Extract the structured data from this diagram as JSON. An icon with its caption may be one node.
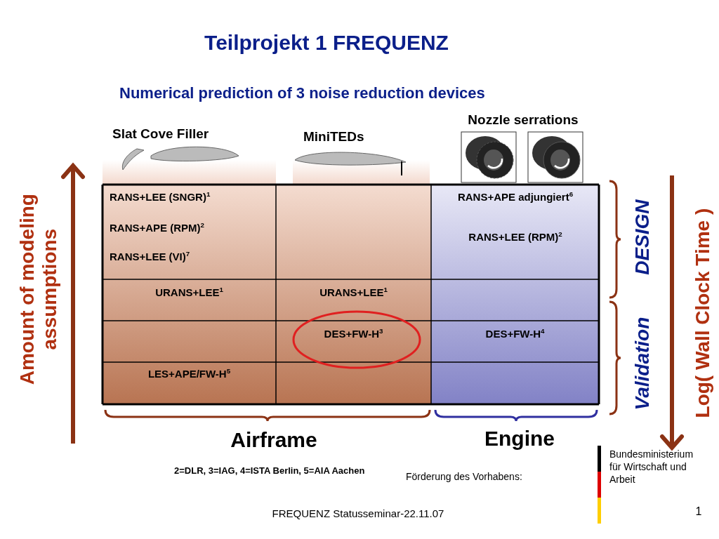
{
  "diagram": {
    "title": "Teilprojekt 1 FREQUENZ",
    "labels": [
      "Numerical prediction of 3 noise reduction devices",
      "Slat Cove Filler",
      "MiniTEDs",
      "Nozzle serrations",
      "RANS+LEE (SNGR)$^{1}$",
      "RANS+APE (RPM)$^{2}$",
      "RANS+LEE (VI)$^{7}$",
      "RANS+APE adjungiert$^{6}$",
      "RANS+LEE (RPM)$^{2}$",
      "URANS+LEE$^{1}$",
      "URANS+LEE$^{1}$",
      "DES+FW-H$^{3}$",
      "DES+FW-H$^{4}$",
      "LES+APE/FW-H$^{5}$",
      "Amount of modeling assumptions",
      "DESIGN",
      "Validation",
      "Log( Wall Clock Time )",
      "Airframe",
      "Engine",
      "2=DLR, 3=IAG, 4=ISTA Berlin, 5=AIA Aachen",
      "Förderung des Vorhabens:",
      "Bundesministerium für Wirtschaft und Arbeit",
      "FREQUENZ Statusseminar-22.11.07",
      "1"
    ]
  }
}
